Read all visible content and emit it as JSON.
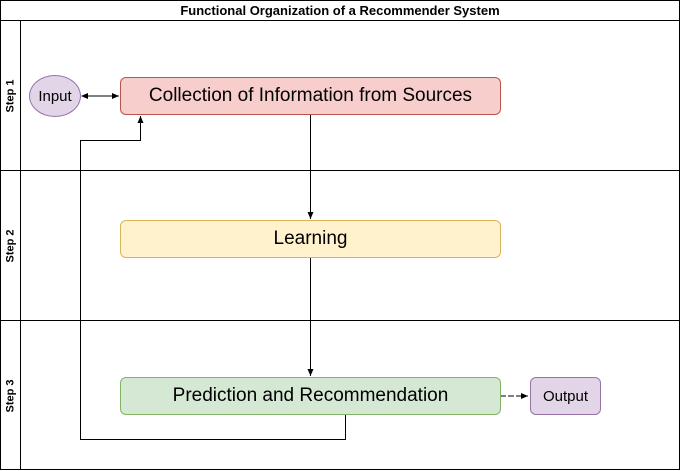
{
  "title": "Functional Organization of a Recommender System",
  "lanes": [
    {
      "label": "Step 1"
    },
    {
      "label": "Step 2"
    },
    {
      "label": "Step 3"
    }
  ],
  "nodes": {
    "input": {
      "label": "Input",
      "fill": "#e1d5e7",
      "stroke": "#9673a6"
    },
    "collection": {
      "label": "Collection of Information from Sources",
      "fill": "#f8cecc",
      "stroke": "#b85450"
    },
    "learning": {
      "label": "Learning",
      "fill": "#fff2cc",
      "stroke": "#d6b656"
    },
    "prediction": {
      "label": "Prediction and Recommendation",
      "fill": "#d5e8d4",
      "stroke": "#82b366"
    },
    "output": {
      "label": "Output",
      "fill": "#e1d5e7",
      "stroke": "#9673a6"
    }
  }
}
